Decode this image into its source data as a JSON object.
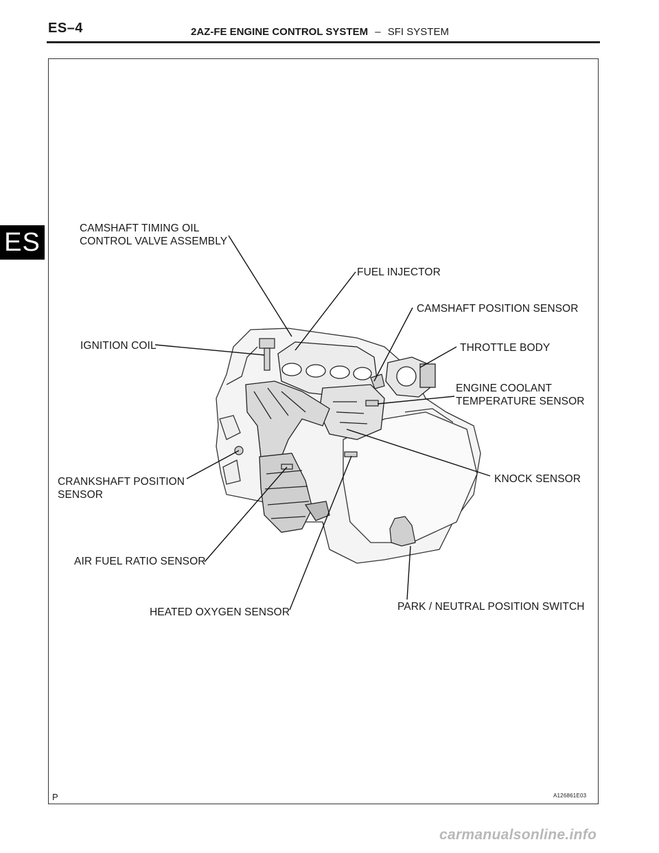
{
  "header": {
    "code": "ES–4",
    "title_bold": "2AZ-FE ENGINE CONTROL SYSTEM",
    "title_sep": "–",
    "title_rest": "SFI SYSTEM"
  },
  "side_tab": "ES",
  "figure": {
    "corner_letter": "P",
    "figure_id": "A126861E03",
    "labels": {
      "camshaft_ocv_line1": "CAMSHAFT TIMING OIL",
      "camshaft_ocv_line2": "CONTROL VALVE ASSEMBLY",
      "fuel_injector": "FUEL INJECTOR",
      "camshaft_position_sensor": "CAMSHAFT POSITION SENSOR",
      "ignition_coil": "IGNITION COIL",
      "throttle_body": "THROTTLE BODY",
      "ect_line1": "ENGINE COOLANT",
      "ect_line2": "TEMPERATURE SENSOR",
      "crankshaft_line1": "CRANKSHAFT POSITION",
      "crankshaft_line2": "SENSOR",
      "knock_sensor": "KNOCK SENSOR",
      "air_fuel_ratio_sensor": "AIR FUEL RATIO SENSOR",
      "heated_oxygen_sensor": "HEATED OXYGEN SENSOR",
      "park_neutral_switch": "PARK / NEUTRAL POSITION SWITCH"
    }
  },
  "footer_watermark": "carmanualsonline.info"
}
